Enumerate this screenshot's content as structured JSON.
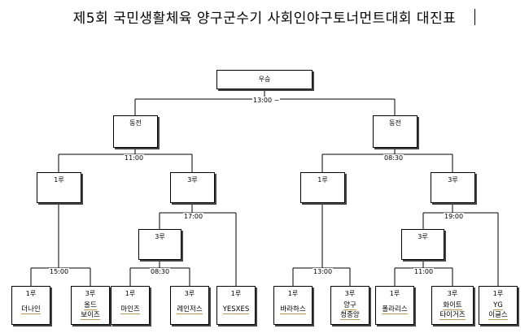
{
  "title": "제5회 국민생활체육 양구군수기 사회인야구토너먼트대회 대진표",
  "rounds": {
    "final": "우승",
    "semi_left": "동전",
    "semi_right": "동전",
    "qf1": "1루",
    "qf2": "3루",
    "qf3": "1루",
    "qf4": "3루",
    "r1_left": "3루",
    "r1_right": "3루"
  },
  "times": {
    "final": "13:00 ~",
    "semi_left": "11:00",
    "semi_right": "08:30",
    "qf1": "15:00",
    "qf2": "17:00",
    "r1_left": "08:30",
    "qf3": "13:00",
    "qf4": "19:00",
    "r1_right": "11:00"
  },
  "teams": [
    {
      "pos": "1루",
      "name": "더나인"
    },
    {
      "pos": "3루",
      "name": "올드\n보이즈"
    },
    {
      "pos": "1루",
      "name": "마인즈"
    },
    {
      "pos": "3루",
      "name": "레인저스"
    },
    {
      "pos": "1루",
      "name": "YESXES"
    },
    {
      "pos": "1루",
      "name": "바라하스"
    },
    {
      "pos": "3루",
      "name": "양구\n청중앙"
    },
    {
      "pos": "1루",
      "name": "폴라리스"
    },
    {
      "pos": "3루",
      "name": "화이트\n타이거즈"
    },
    {
      "pos": "1루",
      "name": "YG\n이글스"
    }
  ]
}
